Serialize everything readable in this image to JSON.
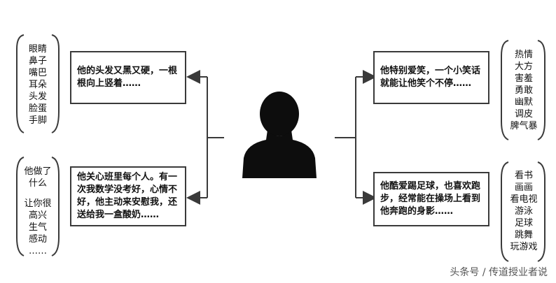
{
  "boxes": {
    "top_left": "他的头发又黑又硬，一根根向上竖着……",
    "bottom_left": "他关心班里每个人。有一次我数学没考好，心情不好，他主动来安慰我，还送给我一盒酸奶……",
    "top_right": "他特别爱笑，一个小笑话就能让他笑个不停……",
    "bottom_right": "他酷爱踢足球，也喜欢跑步，经常能在操场上看到他奔跑的身影……"
  },
  "lists": {
    "top_left": [
      "眼睛",
      "鼻子",
      "嘴巴",
      "耳朵",
      "头发",
      "脸蛋",
      "手脚"
    ],
    "bottom_left_a": [
      "他做了",
      "什么"
    ],
    "bottom_left_b": [
      "让你很",
      "高兴",
      "生气",
      "感动",
      "……"
    ],
    "top_right": [
      "热情",
      "大方",
      "害羞",
      "勇敢",
      "幽默",
      "调皮",
      "脾气暴"
    ],
    "bottom_right": [
      "看书",
      "画画",
      "看电视",
      "游泳",
      "足球",
      "跳舞",
      "玩游戏"
    ]
  },
  "watermark": "头条号 / 传道授业者说",
  "colors": {
    "line": "#3a3a3a",
    "silhouette": "#0d0d0d"
  }
}
